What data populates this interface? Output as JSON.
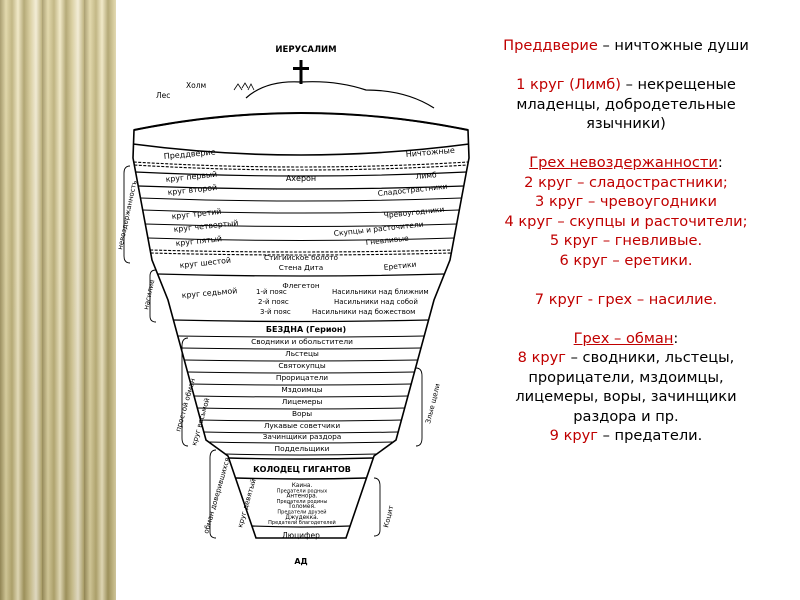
{
  "diagram": {
    "top_label": "ИЕРУСАЛИМ",
    "forest": "Лес",
    "hill": "Холм",
    "bottom_label": "АД",
    "rim_left": "Преддверие",
    "rim_right": "Ничтожные",
    "acheron": "Ахерон",
    "limb": "Лимб",
    "side_left_upper": "невоздержанность",
    "side_violence": "насилие",
    "side_fraud": "простой обман",
    "side_treachery": "обман доверившихся",
    "side_malebolge": "Злые щели",
    "side_cocytus": "Коцит",
    "rows": [
      {
        "left": "круг первый",
        "right": ""
      },
      {
        "left": "круг второй",
        "right": "Сладострастники"
      },
      {
        "left": "круг третий",
        "right": "Чревоугодники"
      },
      {
        "left": "круг четвертый",
        "right": "Скупцы и расточители"
      },
      {
        "left": "круг пятый",
        "right": "Гневливые"
      }
    ],
    "styx": "Стигийское болото",
    "dis": "Стена Дита",
    "heretics_left": "круг шестой",
    "heretics_right": "Еретики",
    "phlegethon": "Флегетон",
    "seventh_circle": "круг седьмой",
    "belts": [
      {
        "name": "1-й пояс",
        "text": "Насильники над ближним"
      },
      {
        "name": "2-й пояс",
        "text": "Насильники над собой"
      },
      {
        "name": "3-й пояс",
        "text": "Насильники над божеством"
      }
    ],
    "abyss": "БЕЗДНА (Герион)",
    "bolgia": [
      "Сводники и обольстители",
      "Льстецы",
      "Святокупцы",
      "Прорицатели",
      "Мздоимцы",
      "Лицемеры",
      "Воры",
      "Лукавые советчики",
      "Зачинщики раздора",
      "Поддельщики"
    ],
    "eighth_circle": "круг восьмой",
    "ninth_circle": "круг девятый",
    "giants": "КОЛОДЕЦ ГИГАНТОВ",
    "cocytus_zones": [
      "Каина.",
      "Предатели родных",
      "Антенора.",
      "Предатели родины",
      "Толомея.",
      "Предатели друзей",
      "Джудекка.",
      "Предатели благодетелей"
    ],
    "lucifer": "Люцифер"
  },
  "notes": {
    "vestibule_title": "Преддверие",
    "vestibule_text": " – ничтожные души",
    "limbo_title": "1 круг (Лимб)",
    "limbo_line1": " – некрещеные",
    "limbo_line2": "младенцы, добродетельные",
    "limbo_line3": "язычники)",
    "incontinence_title": "Грех невоздержанности",
    "incontinence_colon": ":",
    "incontinence_items": [
      {
        "circle": "2 круг",
        "text": " – сладострастники;"
      },
      {
        "circle": "3 круг",
        "text": " – чревоугодники"
      },
      {
        "circle": "4 круг",
        "text": " – скупцы и расточители;"
      },
      {
        "circle": "5 круг",
        "text": " – гневливые."
      },
      {
        "circle": "6 круг",
        "text": " – еретики."
      }
    ],
    "violence_line": "7 круг - грех – насилие.",
    "fraud_title": "Грех – обман",
    "fraud_colon": ":",
    "eighth_circle": "8 круг",
    "eighth_line1": " – сводники, льстецы,",
    "eighth_line2": "прорицатели, мздоимцы,",
    "eighth_line3": "лицемеры, воры, зачинщики",
    "eighth_line4": "раздора и пр.",
    "ninth_circle": "9 круг",
    "ninth_text": " – предатели."
  },
  "colors": {
    "red_text": "#c00000",
    "black_text": "#000000",
    "stripe_gold": "#c9bc82"
  }
}
